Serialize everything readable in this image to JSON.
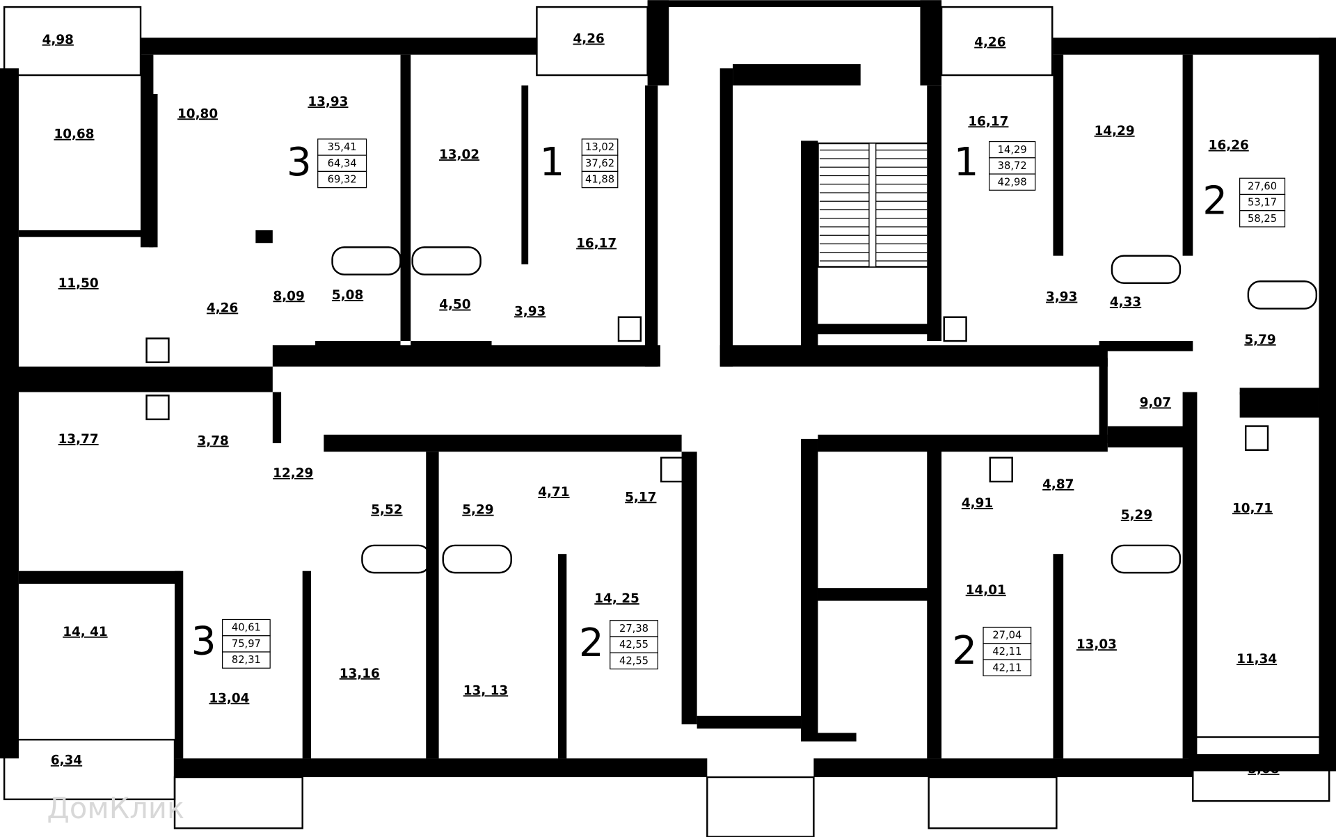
{
  "rooms": [
    {
      "area": "4,98"
    },
    {
      "area": "10,80"
    },
    {
      "area": "10,68"
    },
    {
      "area": "13,93"
    },
    {
      "area": "13,02"
    },
    {
      "area": "4,26"
    },
    {
      "area": "16,17"
    },
    {
      "area": "11,50"
    },
    {
      "area": "4,26"
    },
    {
      "area": "8,09"
    },
    {
      "area": "5,08"
    },
    {
      "area": "4,50"
    },
    {
      "area": "3,93"
    },
    {
      "area": "4,26"
    },
    {
      "area": "16,17"
    },
    {
      "area": "14,29"
    },
    {
      "area": "16,26"
    },
    {
      "area": "3,93"
    },
    {
      "area": "4,33"
    },
    {
      "area": "5,79"
    },
    {
      "area": "9,07"
    },
    {
      "area": "13,77"
    },
    {
      "area": "3,78"
    },
    {
      "area": "12,29"
    },
    {
      "area": "5,52"
    },
    {
      "area": "5,29"
    },
    {
      "area": "4,71"
    },
    {
      "area": "5,17"
    },
    {
      "area": "4,91"
    },
    {
      "area": "4,87"
    },
    {
      "area": "5,29"
    },
    {
      "area": "10,71"
    },
    {
      "area": "14, 25"
    },
    {
      "area": "14,01"
    },
    {
      "area": "14, 41"
    },
    {
      "area": "13,04"
    },
    {
      "area": "13,16"
    },
    {
      "area": "13, 13"
    },
    {
      "area": "13,03"
    },
    {
      "area": "11,34"
    },
    {
      "area": "6,34"
    },
    {
      "area": "5,08"
    }
  ],
  "apartments": [
    {
      "rooms": "3",
      "areas": [
        "35,41",
        "64,34",
        "69,32"
      ]
    },
    {
      "rooms": "1",
      "areas": [
        "13,02",
        "37,62",
        "41,88"
      ]
    },
    {
      "rooms": "1",
      "areas": [
        "14,29",
        "38,72",
        "42,98"
      ]
    },
    {
      "rooms": "2",
      "areas": [
        "27,60",
        "53,17",
        "58,25"
      ]
    },
    {
      "rooms": "3",
      "areas": [
        "40,61",
        "75,97",
        "82,31"
      ]
    },
    {
      "rooms": "2",
      "areas": [
        "27,38",
        "42,55",
        "42,55"
      ]
    },
    {
      "rooms": "2",
      "areas": [
        "27,04",
        "42,11",
        "42,11"
      ]
    }
  ],
  "watermark": "ДомКлик",
  "colors": {
    "wall": "#000000",
    "background": "#ffffff",
    "watermark": "#d8d8d8"
  }
}
